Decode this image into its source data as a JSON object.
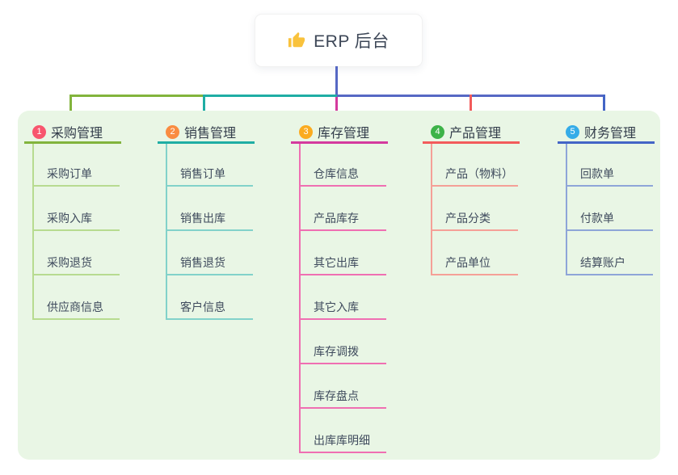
{
  "root": {
    "label": "ERP 后台",
    "icon": "thumbs-up-icon",
    "icon_color": "#f9c23c",
    "stem_color": "#5668c4"
  },
  "canvas": {
    "panel_bg": "#e9f6e5",
    "page_bg": "#ffffff"
  },
  "branches": [
    {
      "number": "1",
      "title": "采购管理",
      "badge_color": "#f8566e",
      "line_color": "#82b43c",
      "light_color": "#b7db90",
      "items": [
        "采购订单",
        "采购入库",
        "采购退货",
        "供应商信息"
      ]
    },
    {
      "number": "2",
      "title": "销售管理",
      "badge_color": "#f98c41",
      "line_color": "#1fada4",
      "light_color": "#82d2ca",
      "items": [
        "销售订单",
        "销售出库",
        "销售退货",
        "客户信息"
      ]
    },
    {
      "number": "3",
      "title": "库存管理",
      "badge_color": "#fbab20",
      "line_color": "#d43a9e",
      "light_color": "#ef6fb2",
      "items": [
        "仓库信息",
        "产品库存",
        "其它出库",
        "其它入库",
        "库存调拨",
        "库存盘点",
        "出库库明细"
      ]
    },
    {
      "number": "4",
      "title": "产品管理",
      "badge_color": "#3db348",
      "line_color": "#f25b5b",
      "light_color": "#f5a097",
      "items": [
        "产品（物料）",
        "产品分类",
        "产品单位"
      ]
    },
    {
      "number": "5",
      "title": "财务管理",
      "badge_color": "#35ace8",
      "line_color": "#4365c6",
      "light_color": "#8ea5d8",
      "items": [
        "回款单",
        "付款单",
        "结算账户"
      ]
    }
  ]
}
